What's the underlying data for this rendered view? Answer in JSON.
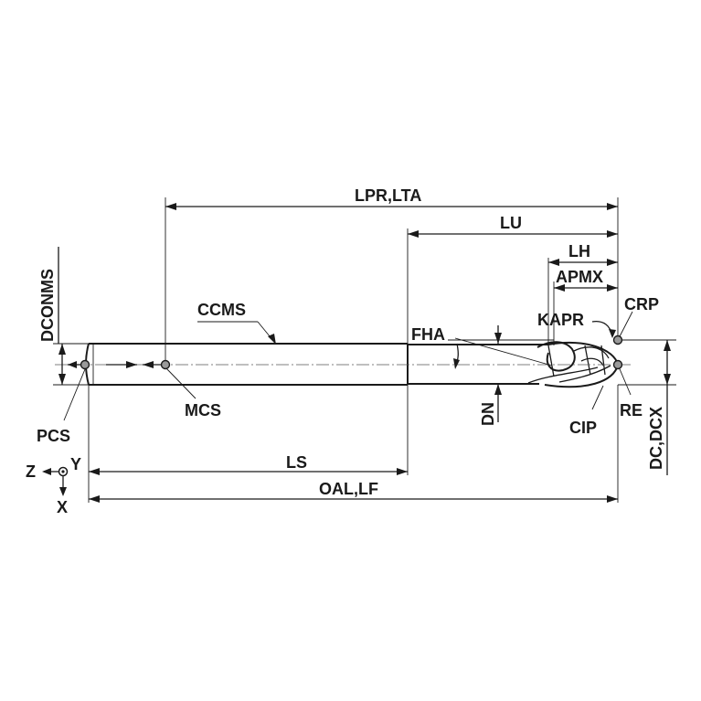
{
  "labels": {
    "lpr_lta": "LPR,LTA",
    "lu": "LU",
    "lh": "LH",
    "apmx": "APMX",
    "kapr": "KAPR",
    "crp": "CRP",
    "dconms": "DCONMS",
    "ccms": "CCMS",
    "fha": "FHA",
    "dn": "DN",
    "mcs": "MCS",
    "pcs": "PCS",
    "re": "RE",
    "cip": "CIP",
    "dc_dcx": "DC,DCX",
    "ls": "LS",
    "oal_lf": "OAL,LF",
    "axis_z": "Z",
    "axis_y": "Y",
    "axis_x": "X"
  }
}
